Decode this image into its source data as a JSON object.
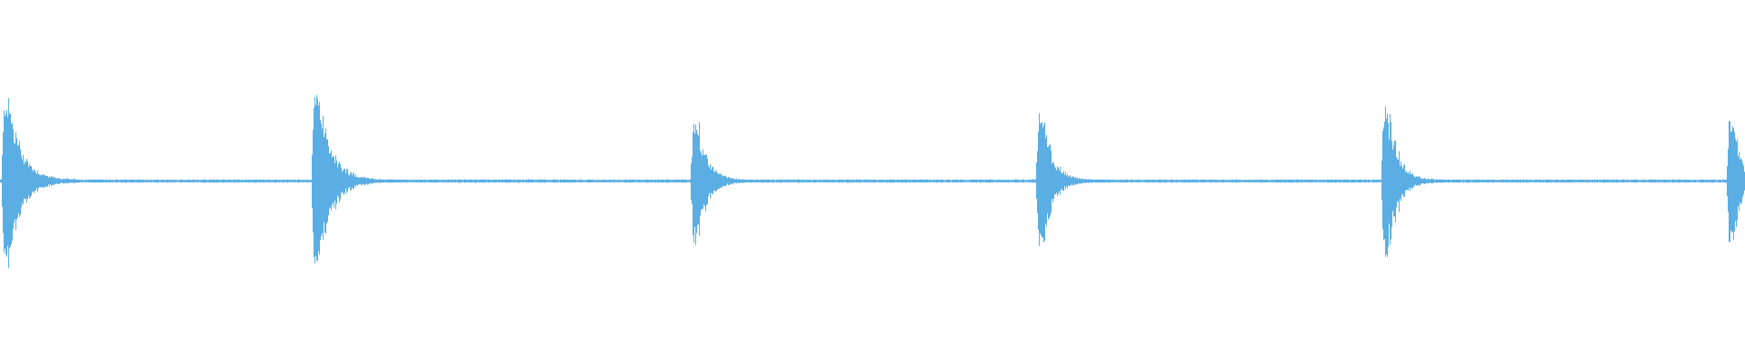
{
  "waveform": {
    "color": "#5aaee3",
    "background": "#ffffff",
    "onsets": [
      {
        "peak": 0.5,
        "decay": "long"
      },
      {
        "peak": 0.52,
        "decay": "long"
      },
      {
        "peak": 0.36,
        "decay": "medium"
      },
      {
        "peak": 0.4,
        "decay": "medium"
      },
      {
        "peak": 0.45,
        "decay": "medium"
      },
      {
        "peak": 0.37,
        "decay": "short"
      }
    ]
  }
}
